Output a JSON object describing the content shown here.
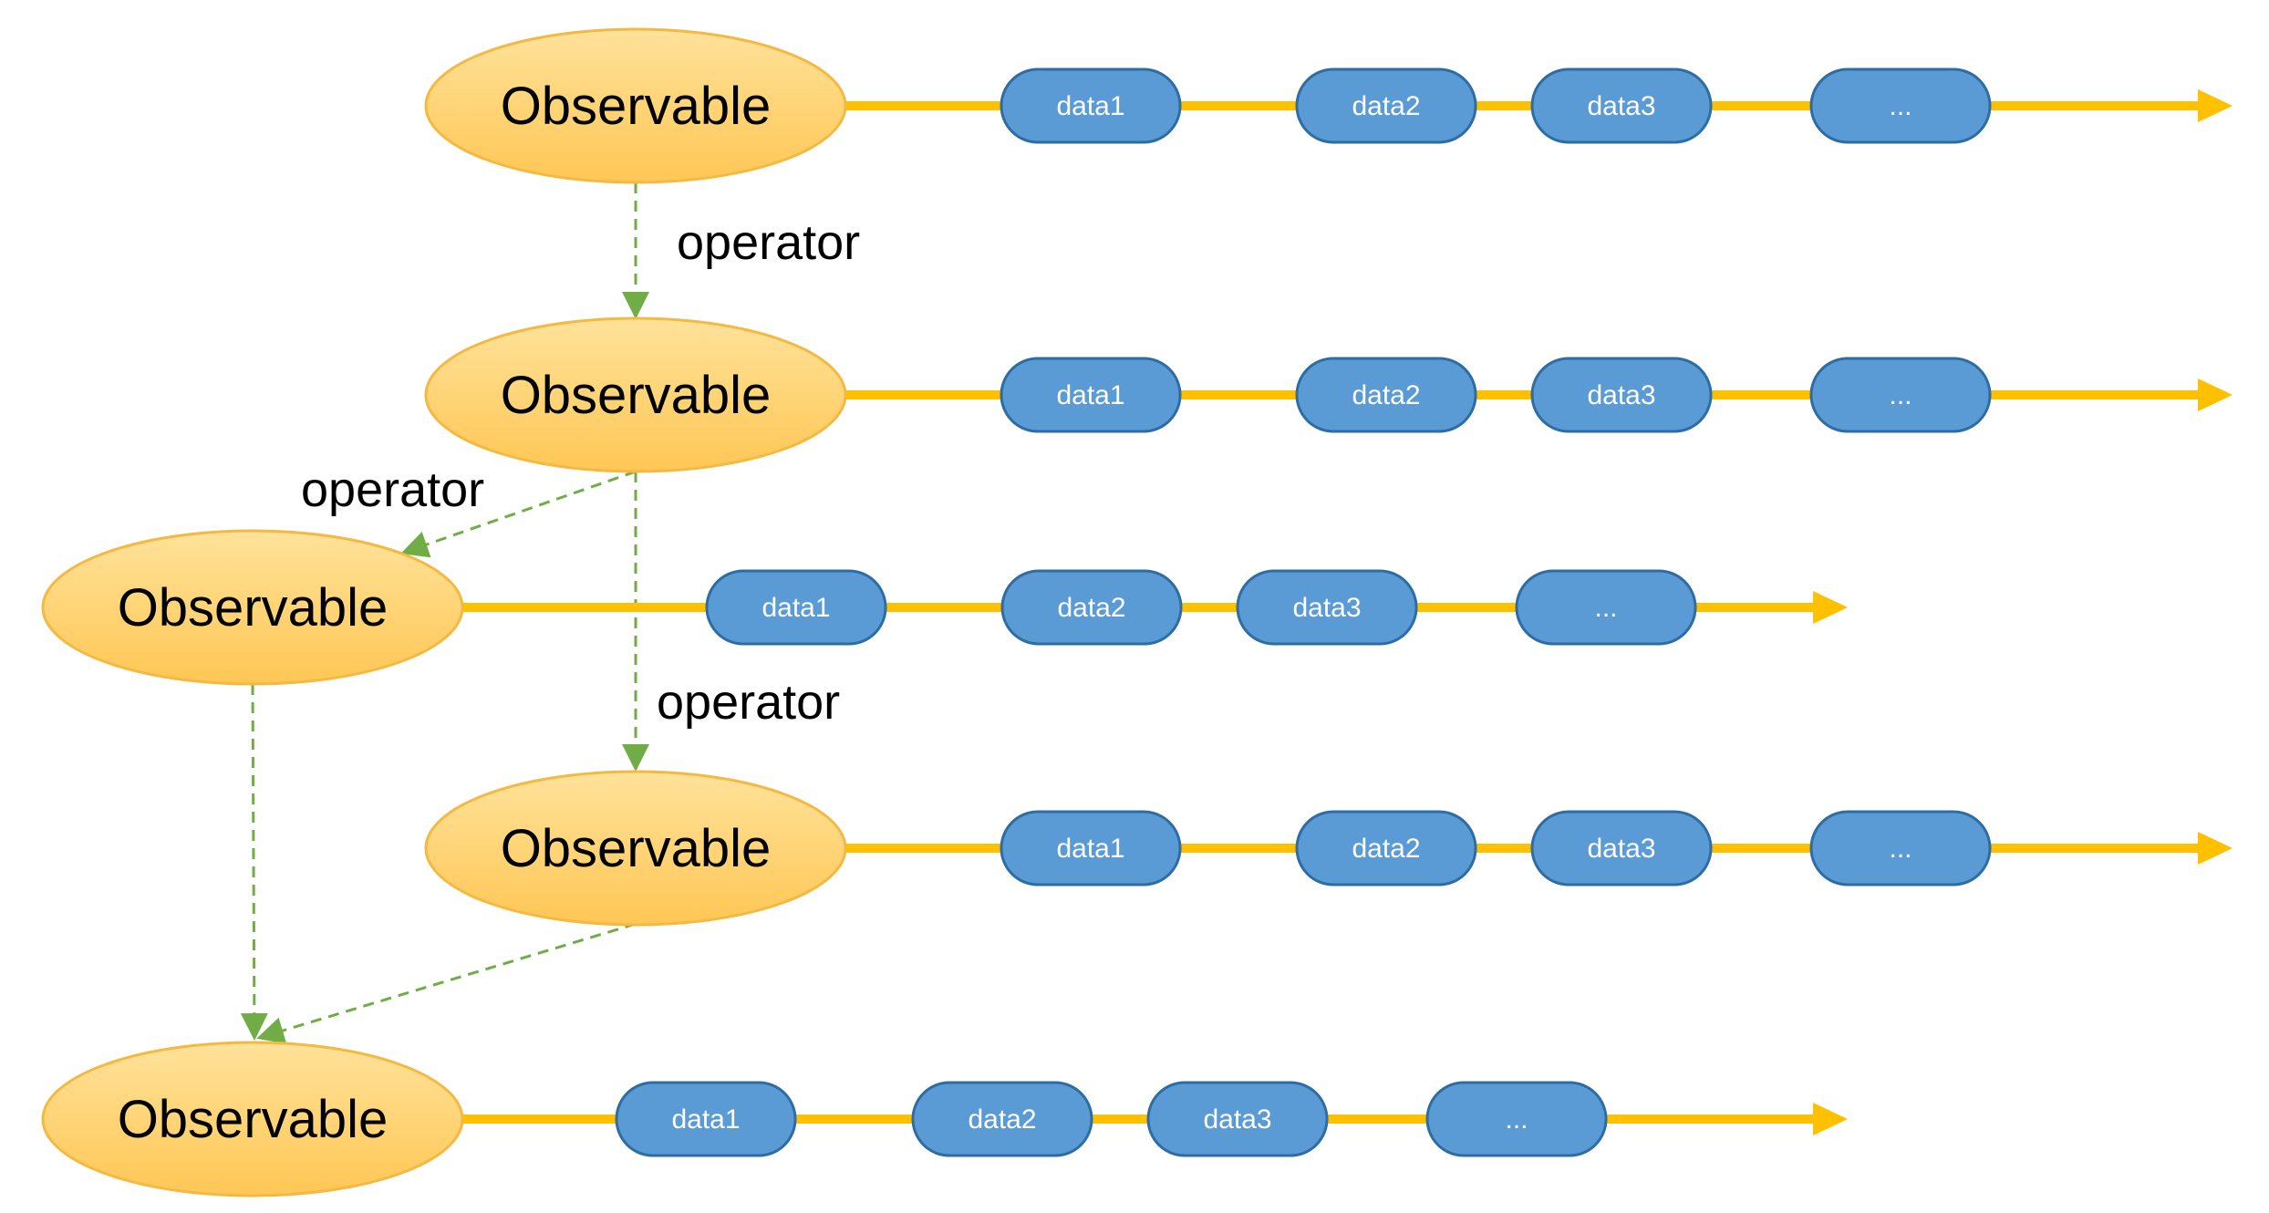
{
  "colors": {
    "timeline": "#FFC000",
    "observable_fill_top": "#FFE29A",
    "observable_fill_bottom": "#FFC755",
    "observable_stroke": "#F5B942",
    "data_fill": "#5B9BD5",
    "data_stroke": "#2E6DA4",
    "operator_arrow": "#70AD47"
  },
  "rows": [
    {
      "observable": "Observable",
      "items": [
        "data1",
        "data2",
        "data3",
        "..."
      ]
    },
    {
      "observable": "Observable",
      "items": [
        "data1",
        "data2",
        "data3",
        "..."
      ]
    },
    {
      "observable": "Observable",
      "items": [
        "data1",
        "data2",
        "data3",
        "..."
      ]
    },
    {
      "observable": "Observable",
      "items": [
        "data1",
        "data2",
        "data3",
        "..."
      ]
    },
    {
      "observable": "Observable",
      "items": [
        "data1",
        "data2",
        "data3",
        "..."
      ]
    }
  ],
  "operators": [
    {
      "label": "operator"
    },
    {
      "label": "operator"
    },
    {
      "label": "operator"
    }
  ]
}
